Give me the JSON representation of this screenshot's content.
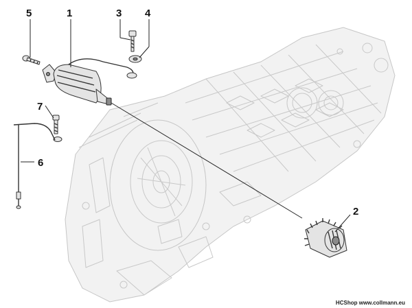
{
  "diagram": {
    "callouts": [
      {
        "id": "1",
        "label": "1"
      },
      {
        "id": "2",
        "label": "2"
      },
      {
        "id": "3",
        "label": "3"
      },
      {
        "id": "4",
        "label": "4"
      },
      {
        "id": "5",
        "label": "5"
      },
      {
        "id": "6",
        "label": "6"
      },
      {
        "id": "7",
        "label": "7"
      }
    ]
  },
  "watermark": {
    "shop": "HCShop",
    "site": "www.collmann.eu"
  }
}
